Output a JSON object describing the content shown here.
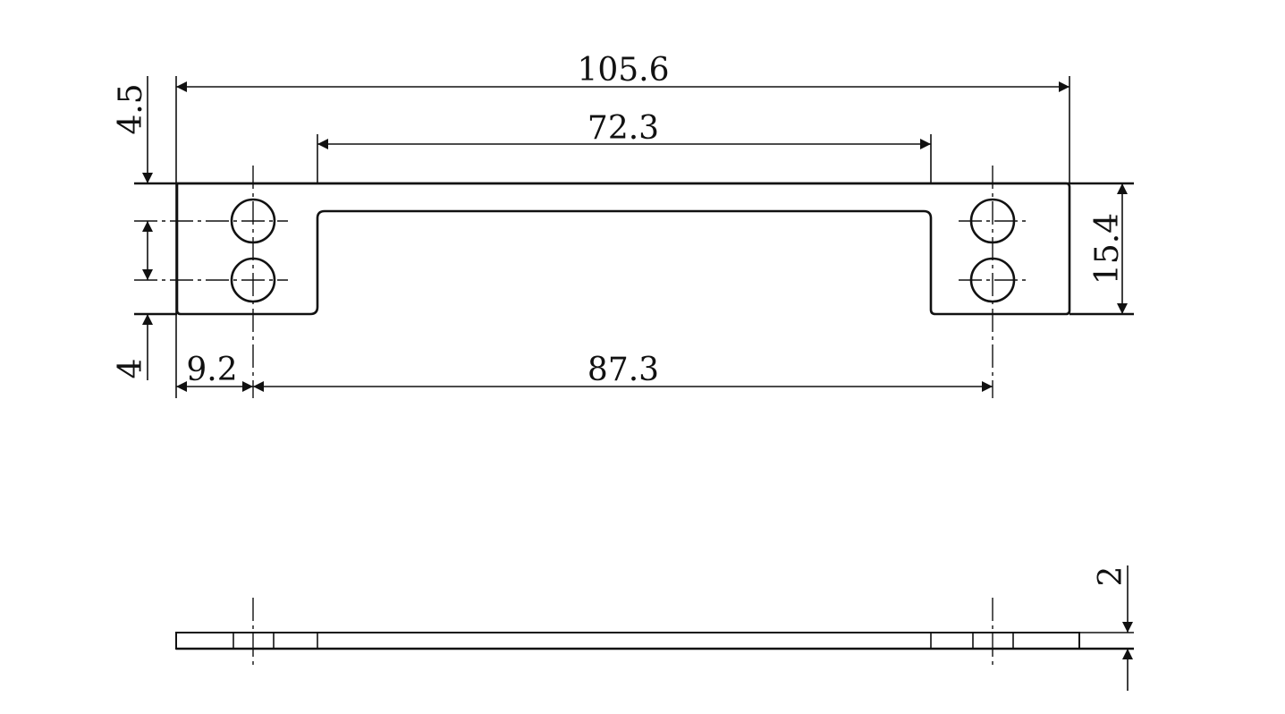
{
  "dimensions": {
    "overall_length": "105.6",
    "inner_slot_length": "72.3",
    "hole_spacing": "87.3",
    "edge_to_hole": "9.2",
    "width": "15.4",
    "top_offset": "4.5",
    "bottom_offset": "4",
    "thickness": "2"
  }
}
